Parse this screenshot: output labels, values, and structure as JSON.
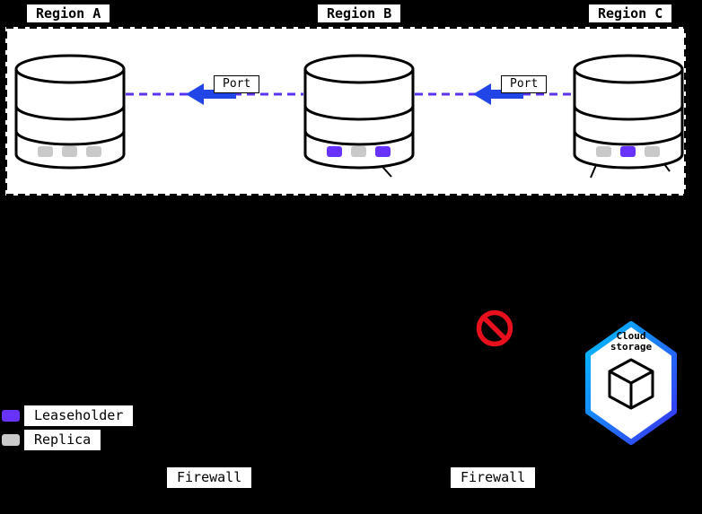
{
  "diagram": {
    "regions": [
      {
        "label": "Region A",
        "replicas": [
          "replica",
          "replica",
          "replica"
        ]
      },
      {
        "label": "Region B",
        "replicas": [
          "leaseholder",
          "replica",
          "leaseholder"
        ]
      },
      {
        "label": "Region C",
        "replicas": [
          "replica",
          "leaseholder",
          "replica"
        ]
      }
    ],
    "connections": [
      {
        "label": "Port",
        "direction": "left"
      },
      {
        "label": "Port",
        "direction": "left"
      }
    ],
    "blocked_icon": "no-entry",
    "cloud_storage": {
      "label": "Cloud storage",
      "icon": "cube"
    },
    "legend": [
      {
        "swatch": "leaseholder",
        "label": "Leaseholder"
      },
      {
        "swatch": "replica",
        "label": "Replica"
      }
    ],
    "firewalls": [
      {
        "label": "Firewall"
      },
      {
        "label": "Firewall"
      }
    ]
  },
  "colors": {
    "background": "#000000",
    "panel": "#ffffff",
    "leaseholder": "#6933ff",
    "replica": "#c9c9c9",
    "connection_dash": "#5b33f0",
    "arrow": "#2145e6",
    "blocked": "#e8101c",
    "hex_gradient_start": "#00c3ff",
    "hex_gradient_end": "#3a2ff0"
  }
}
